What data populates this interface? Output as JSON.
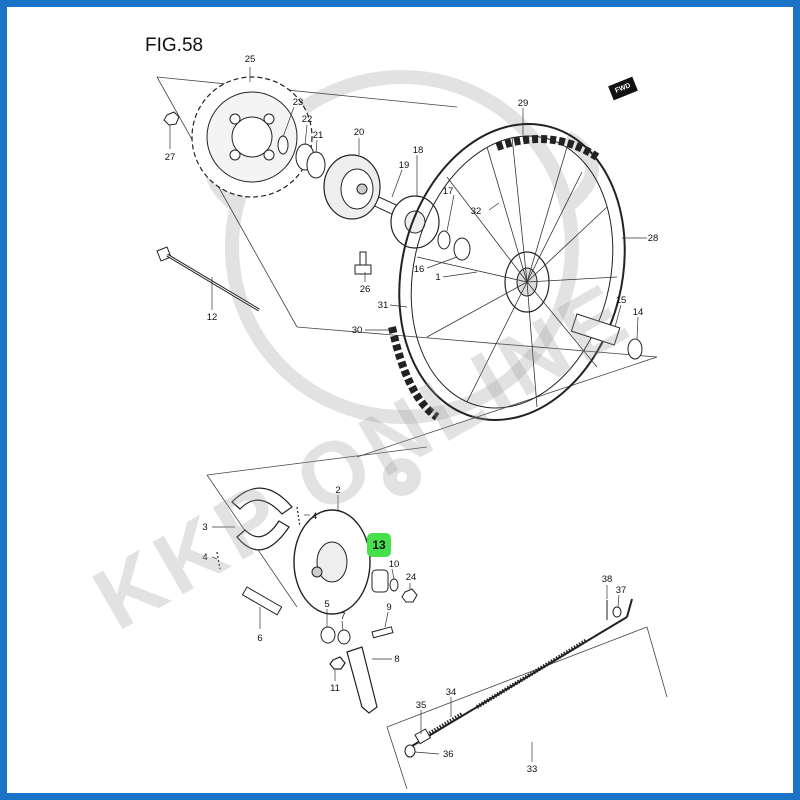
{
  "figure": {
    "title": "FIG.58"
  },
  "watermark": {
    "text": "KKP ONLINE"
  },
  "highlight": {
    "label": "13",
    "color": "#46e04b"
  },
  "fwd_label": "FWD",
  "frame_color": "#1a73c7",
  "labels": {
    "l25": "25",
    "l23": "23",
    "l22": "22",
    "l21": "21",
    "l27": "27",
    "l20": "20",
    "l19": "19",
    "l18": "18",
    "l17": "17",
    "l29": "29",
    "l32": "32",
    "l28": "28",
    "l16": "16",
    "l1": "1",
    "l26": "26",
    "l12": "12",
    "l31": "31",
    "l30": "30",
    "l15": "15",
    "l14": "14",
    "l2": "2",
    "l4a": "4",
    "l3": "3",
    "l4b": "4",
    "l10": "10",
    "l24": "24",
    "l5": "5",
    "l7": "7",
    "l9": "9",
    "l6": "6",
    "l8": "8",
    "l11": "11",
    "l38": "38",
    "l37": "37",
    "l34": "34",
    "l35": "35",
    "l36": "36",
    "l33": "33"
  }
}
